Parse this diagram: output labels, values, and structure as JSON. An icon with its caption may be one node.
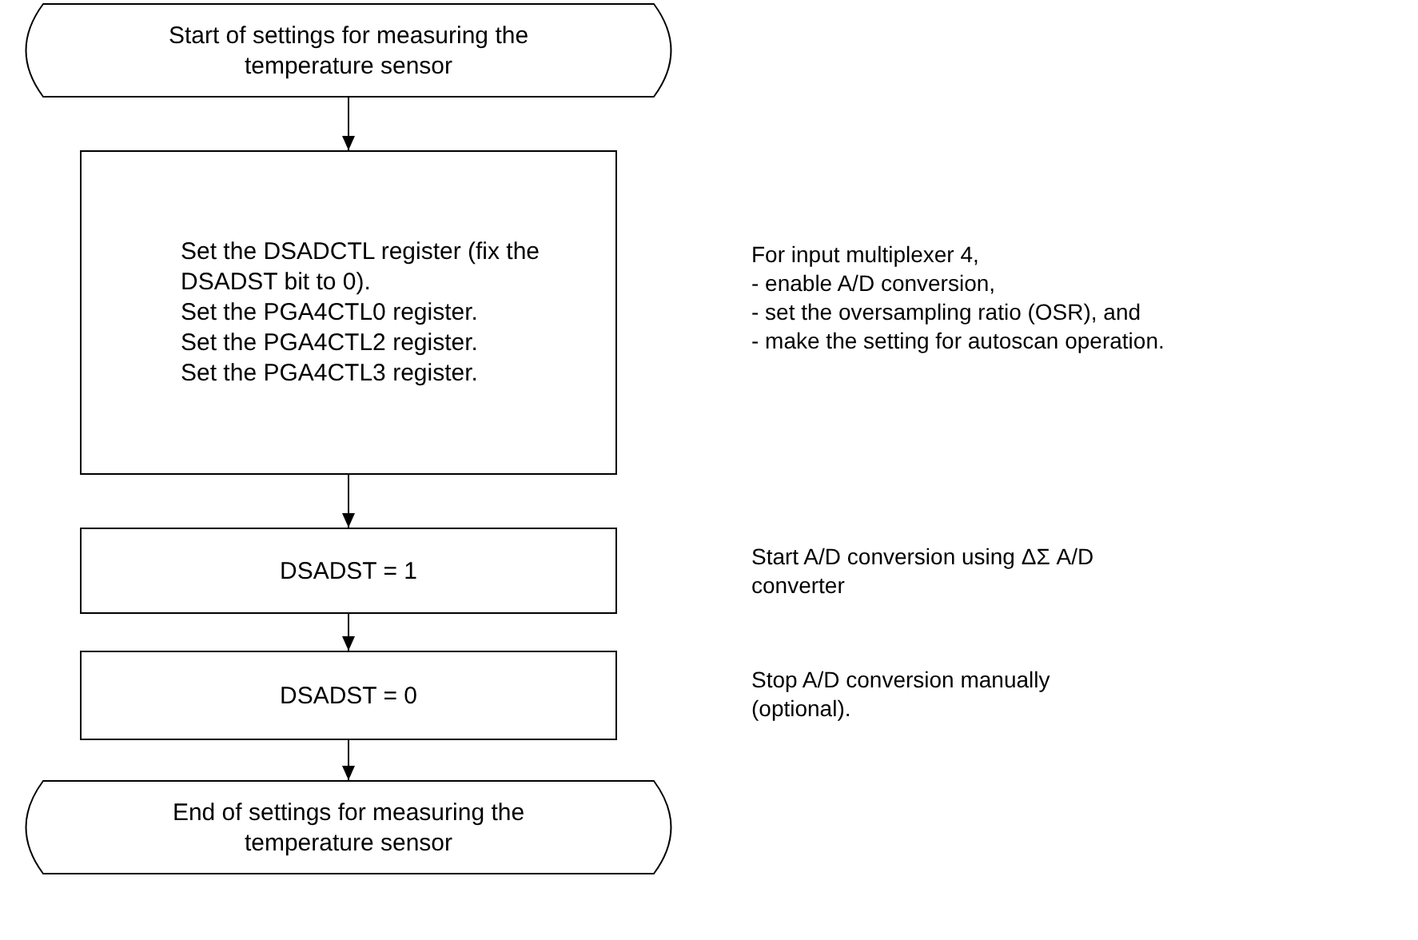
{
  "diagram": {
    "nodes": [
      {
        "text": [
          "Start of settings for measuring the temperature sensor"
        ]
      },
      {
        "text": [
          "Set the DSADCTL register (fix the DSADST bit to 0).",
          "Set the PGA4CTL0 register.",
          "Set the PGA4CTL2 register.",
          "Set the PGA4CTL3 register."
        ]
      },
      {
        "text": [
          "DSADST = 1"
        ]
      },
      {
        "text": [
          "DSADST = 0"
        ]
      },
      {
        "text": [
          "End of settings for measuring the temperature sensor"
        ]
      }
    ],
    "edges": [
      {
        "from": 0,
        "to": 1,
        "arrow": "to"
      },
      {
        "from": 1,
        "to": 2,
        "arrow": "to"
      },
      {
        "from": 2,
        "to": 3,
        "arrow": "to"
      },
      {
        "from": 3,
        "to": 4,
        "arrow": "to"
      }
    ],
    "labels": [
      "For input multiplexer 4,",
      "- enable A/D conversion,",
      "- set the oversampling ratio (OSR), and",
      "- make the setting for autoscan operation.",
      "Start A/D conversion using ΔΣ A/D converter",
      "Stop A/D conversion manually (optional)."
    ]
  }
}
